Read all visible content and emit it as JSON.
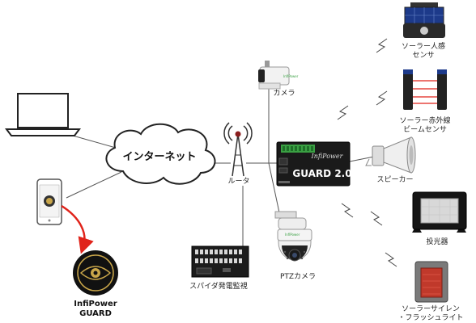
{
  "internet_label": "インターネット",
  "router_label": "ルータ",
  "camera_label": "カメラ",
  "ptz_label": "PTZカメラ",
  "spider_label": "スパイダ発電監視",
  "guard_model": "GUARD 2.0",
  "guard_script": "InfiPower",
  "app_name_line1": "InfiPower",
  "app_name_line2": "GUARD",
  "devices": {
    "solar_motion_l1": "ソーラー人感",
    "solar_motion_l2": "センサ",
    "ir_beam_l1": "ソーラー赤外線",
    "ir_beam_l2": "ビームセンサ",
    "speaker": "スピーカー",
    "floodlight": "投光器",
    "siren_l1": "ソーラーサイレン",
    "siren_l2": "・フラッシュライト"
  },
  "colors": {
    "wire": "#555555",
    "router_link": "#8b1e1e",
    "arrow": "#e0231a",
    "guard_body": "#1a1a1a",
    "terminal": "#3aa043"
  }
}
